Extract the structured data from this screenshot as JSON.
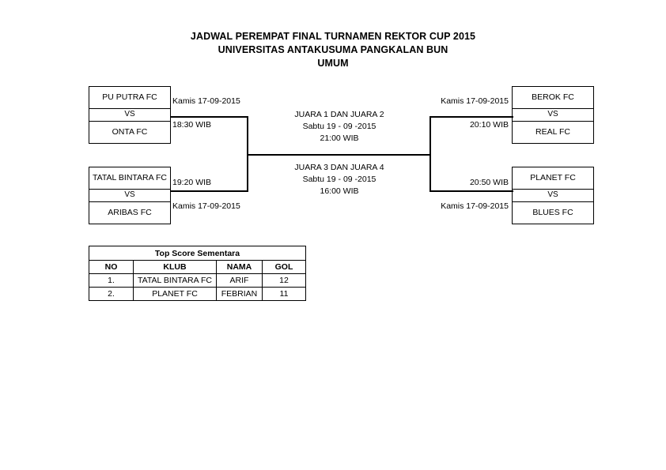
{
  "title": {
    "line1": "JADWAL PEREMPAT FINAL TURNAMEN REKTOR CUP 2015",
    "line2": "UNIVERSITAS ANTAKUSUMA PANGKALAN BUN",
    "line3": "UMUM"
  },
  "bracket": {
    "vs_label": "VS",
    "matches": [
      {
        "id": "qf1",
        "side": "left",
        "team_top": "PU PUTRA FC",
        "team_bottom": "ONTA FC",
        "label_upper": "Kamis 17-09-2015",
        "label_lower": "18:30 WIB"
      },
      {
        "id": "qf2",
        "side": "left",
        "team_top": "TATAL BINTARA FC",
        "team_bottom": "ARIBAS FC",
        "label_upper": "19:20 WIB",
        "label_lower": "Kamis 17-09-2015"
      },
      {
        "id": "qf3",
        "side": "right",
        "team_top": "BEROK FC",
        "team_bottom": "REAL FC",
        "label_upper": "Kamis 17-09-2015",
        "label_lower": "20:10 WIB"
      },
      {
        "id": "qf4",
        "side": "right",
        "team_top": "PLANET FC",
        "team_bottom": "BLUES FC",
        "label_upper": "20:50 WIB",
        "label_lower": "Kamis 17-09-2015"
      }
    ]
  },
  "center": {
    "final": {
      "title": "JUARA 1 DAN JUARA 2",
      "date": "Sabtu 19 - 09 -2015",
      "time": "21:00 WIB"
    },
    "third_place": {
      "title": "JUARA 3 DAN JUARA 4",
      "date": "Sabtu 19 - 09 -2015",
      "time": "16:00 WIB"
    }
  },
  "top_score": {
    "caption": "Top Score Sementara",
    "columns": [
      "NO",
      "KLUB",
      "NAMA",
      "GOL"
    ],
    "rows": [
      {
        "no": "1.",
        "klub": "TATAL BINTARA FC",
        "nama": "ARIF",
        "gol": "12"
      },
      {
        "no": "2.",
        "klub": "PLANET FC",
        "nama": "FEBRIAN",
        "gol": "11"
      }
    ]
  }
}
